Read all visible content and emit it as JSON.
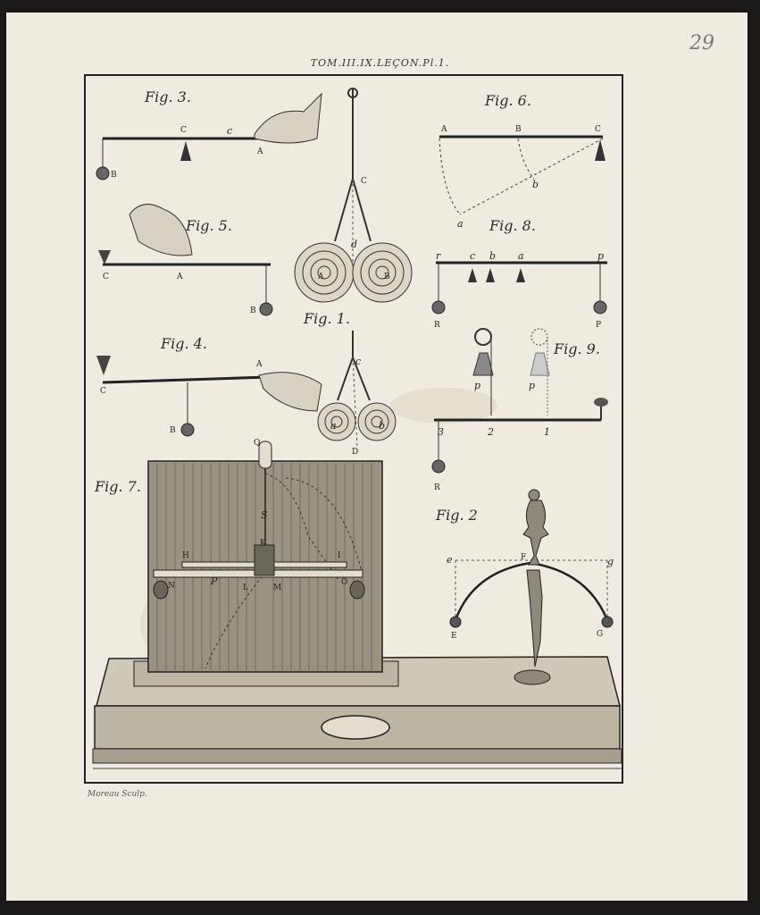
{
  "page_number": "29",
  "header": "TOM.III.IX.LEÇON.Pl.1.",
  "engraver_credit": "Moreau Sculp.",
  "figures": {
    "fig1": "Fig. 1.",
    "fig2": "Fig. 2",
    "fig3": "Fig. 3.",
    "fig4": "Fig. 4.",
    "fig5": "Fig. 5.",
    "fig6": "Fig. 6.",
    "fig7": "Fig. 7.",
    "fig8": "Fig. 8.",
    "fig9": "Fig. 9."
  },
  "points": {
    "f3": [
      "B",
      "C",
      "c",
      "A"
    ],
    "f5": [
      "C",
      "A",
      "B"
    ],
    "f4": [
      "C",
      "A",
      "B"
    ],
    "f1": [
      "C",
      "d",
      "A",
      "B",
      "c",
      "a",
      "b",
      "D"
    ],
    "f6": [
      "A",
      "B",
      "C",
      "b",
      "a"
    ],
    "f8": [
      "r",
      "c",
      "b",
      "a",
      "p",
      "R",
      "P"
    ],
    "f9": [
      "p",
      "p",
      "3",
      "2",
      "1",
      "R"
    ],
    "f7": [
      "Q",
      "S",
      "K",
      "H",
      "I",
      "N",
      "P",
      "L",
      "M",
      "O"
    ],
    "f2": [
      "e",
      "F",
      "g",
      "E",
      "G"
    ]
  }
}
